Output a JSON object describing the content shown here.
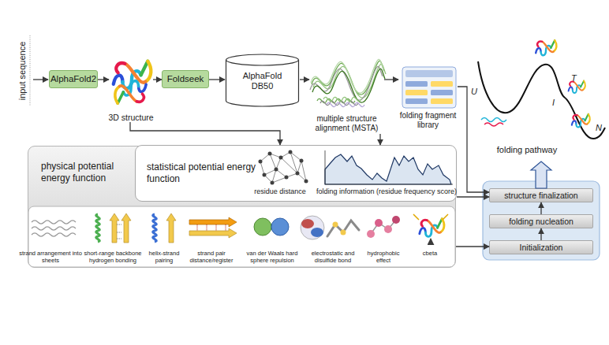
{
  "diagram": {
    "nodes": [
      {
        "text": [
          "AlphaFold2"
        ]
      },
      {
        "text": [
          "3D structure"
        ]
      },
      {
        "text": [
          "Foldseek"
        ]
      },
      {
        "text": [
          "AlphaFold DB50"
        ]
      },
      {
        "text": [
          "multiple structure alignment (MSTA)"
        ]
      },
      {
        "text": [
          "folding fragment library"
        ]
      },
      {
        "text": [
          "folding pathway"
        ]
      },
      {
        "text": [
          "physical potential energy function"
        ]
      },
      {
        "text": [
          "statistical potential energy function"
        ],
        "in": 7
      },
      {
        "text": [
          "structure finalization"
        ]
      },
      {
        "text": [
          "folding nucleation"
        ]
      },
      {
        "text": [
          "Initialization"
        ]
      }
    ],
    "edges": [
      {
        "from": 0,
        "to": 1,
        "arrow": "to"
      },
      {
        "from": 1,
        "to": 2,
        "arrow": "to"
      },
      {
        "from": 2,
        "to": 3,
        "arrow": "to"
      },
      {
        "from": 3,
        "to": 4,
        "arrow": "to"
      },
      {
        "from": 4,
        "to": 5,
        "arrow": "to"
      },
      {
        "from": 5,
        "to": 9,
        "arrow": "to"
      },
      {
        "from": 1,
        "to": 8,
        "arrow": "to"
      },
      {
        "from": 4,
        "to": 8,
        "arrow": "to"
      },
      {
        "from": 8,
        "to": 9,
        "arrow": "to"
      },
      {
        "from": 7,
        "to": 11,
        "arrow": "to"
      },
      {
        "from": 11,
        "to": 10,
        "arrow": "to"
      },
      {
        "from": 10,
        "to": 9,
        "arrow": "to"
      },
      {
        "from": 9,
        "to": 6,
        "arrow": "to"
      }
    ],
    "labels": [
      "input sequence",
      "residue distance",
      "folding information (residue frequency score)",
      "strand arrangement into sheets",
      "short-range backbone hydrogen bonding",
      "helix-strand pairing",
      "strand pair distance/register",
      "van der Waals hard sphere repulsion",
      "electrostatic and disulfide bond",
      "hydrophobic effect",
      "cbeta",
      "U",
      "T",
      "I",
      "N"
    ]
  }
}
